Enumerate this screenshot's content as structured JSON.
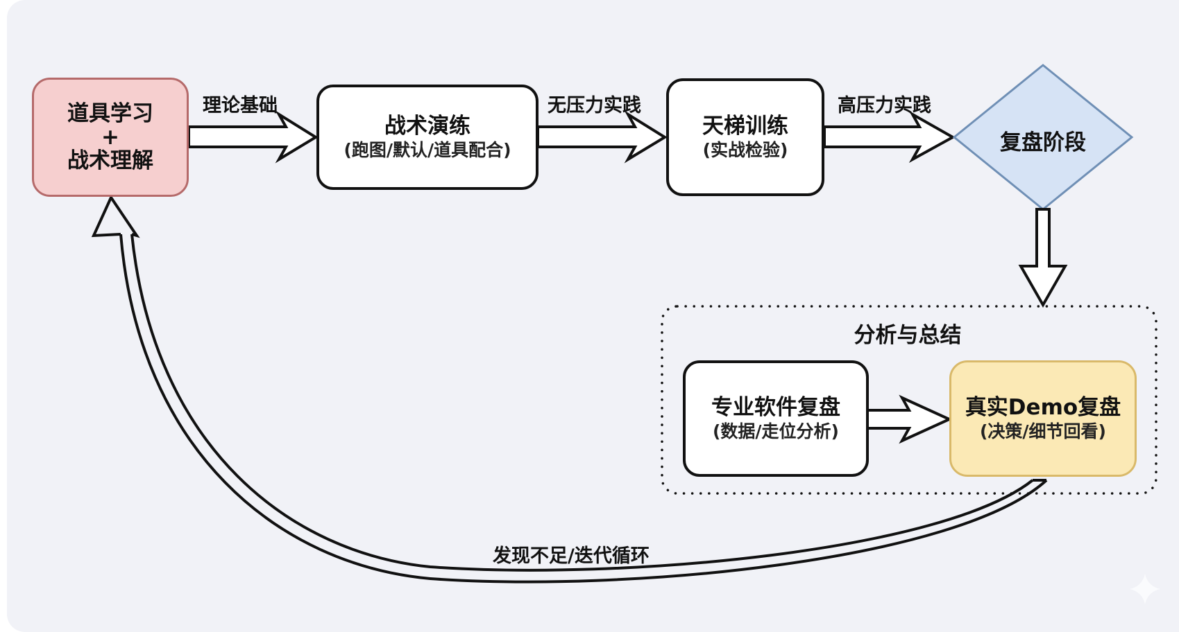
{
  "diagram": {
    "nodes": {
      "theory": {
        "line1": "道具学习",
        "line2": "+",
        "line3": "战术理解"
      },
      "drill": {
        "title": "战术演练",
        "sub": "(跑图/默认/道具配合)"
      },
      "ladder": {
        "title": "天梯训练",
        "sub": "(实战检验)"
      },
      "review": {
        "title": "复盘阶段"
      },
      "software": {
        "title": "专业软件复盘",
        "sub": "(数据/走位分析)"
      },
      "demo": {
        "title": "真实Demo复盘",
        "sub": "(决策/细节回看)"
      }
    },
    "edges": {
      "theory_to_drill": "理论基础",
      "drill_to_ladder": "无压力实践",
      "ladder_to_review": "高压力实践",
      "loop_back": "发现不足/迭代循环"
    },
    "group": {
      "title": "分析与总结"
    },
    "colors": {
      "background": "#f1f2f7",
      "theory_fill": "#f6cfcf",
      "theory_border": "#b56a6a",
      "review_fill": "#d6e3f5",
      "review_border": "#6f8fb5",
      "demo_fill": "#fbe9b5",
      "demo_border": "#d9b969"
    },
    "watermark_icon": "sparkle-icon"
  }
}
